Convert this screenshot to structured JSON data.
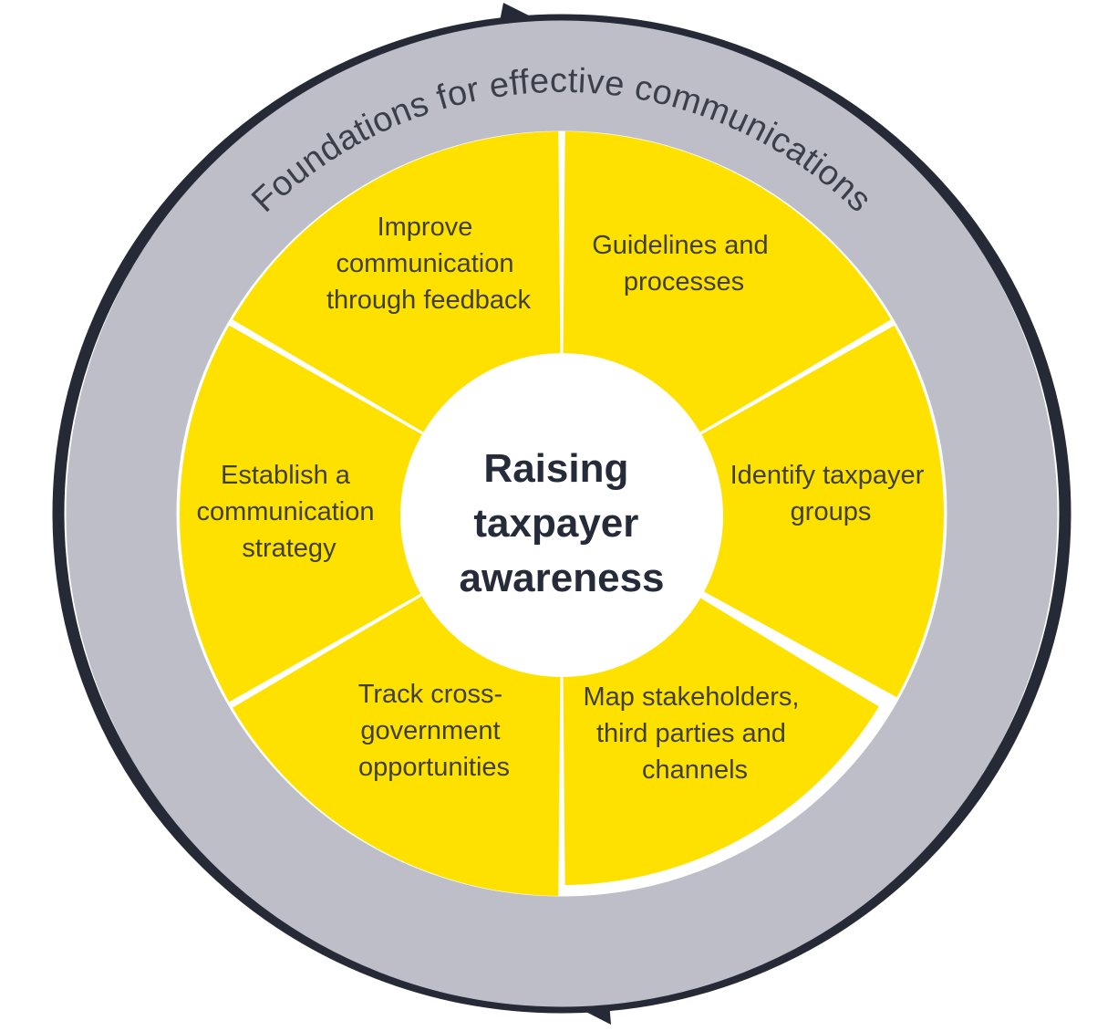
{
  "diagram": {
    "outer_ring_label": "Foundations for effective communications",
    "center_title": "Raising taxpayer awareness",
    "center_lines": [
      "Raising",
      "taxpayer",
      "awareness"
    ],
    "flow_direction": "clockwise",
    "segments": [
      {
        "id": "guidelines",
        "position": "top-right",
        "label": "Guidelines and processes",
        "lines": [
          "Guidelines and",
          "processes"
        ]
      },
      {
        "id": "identify",
        "position": "right",
        "label": "Identify taxpayer groups",
        "lines": [
          "Identify taxpayer",
          "groups"
        ]
      },
      {
        "id": "map",
        "position": "bottom-right",
        "label": "Map stakeholders, third parties and channels",
        "lines": [
          "Map stakeholders,",
          "third parties and",
          "channels"
        ]
      },
      {
        "id": "track",
        "position": "bottom-left",
        "label": "Track cross-government opportunities",
        "lines": [
          "Track cross-",
          "government",
          "opportunities"
        ]
      },
      {
        "id": "establish",
        "position": "left",
        "label": "Establish a communication strategy",
        "lines": [
          "Establish a",
          "communication",
          "strategy"
        ]
      },
      {
        "id": "improve",
        "position": "top-left",
        "label": "Improve communication through feedback",
        "lines": [
          "Improve",
          "communication",
          "through feedback"
        ]
      }
    ],
    "colors": {
      "segment_fill": "#FFE100",
      "outer_ring_fill": "#BDBEC8",
      "arrow": "#262A36",
      "segment_text": "#404028",
      "center_text": "#262B39",
      "ring_text": "#3B3F4A",
      "divider": "#FFFFFF",
      "background": "#FFFFFF"
    }
  }
}
